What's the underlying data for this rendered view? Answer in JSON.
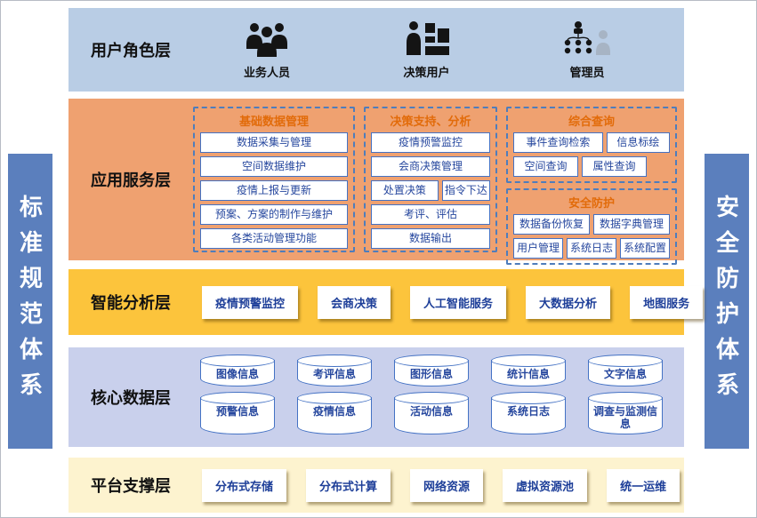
{
  "side_bars": {
    "left": "标准规范体系",
    "right": "安全防护体系"
  },
  "user_role_layer": {
    "title": "用户角色层",
    "roles": [
      "业务人员",
      "决策用户",
      "管理员"
    ]
  },
  "app_service_layer": {
    "title": "应用服务层",
    "group_basic": {
      "title": "基础数据管理",
      "items": [
        "数据采集与管理",
        "空间数据维护",
        "疫情上报与更新",
        "预案、方案的制作与维护",
        "各类活动管理功能"
      ]
    },
    "group_decision": {
      "title": "决策支持、分析",
      "items": [
        "疫情预警监控",
        "会商决策管理",
        "处置决策",
        "指令下达",
        "考评、评估",
        "数据输出"
      ]
    },
    "group_query": {
      "title": "综合查询",
      "items": [
        "事件查询检索",
        "信息标绘",
        "空间查询",
        "属性查询"
      ]
    },
    "group_security": {
      "title": "安全防护",
      "items": [
        "数据备份恢复",
        "数据字典管理",
        "用户管理",
        "系统日志",
        "系统配置"
      ]
    }
  },
  "analysis_layer": {
    "title": "智能分析层",
    "items": [
      "疫情预警监控",
      "会商决策",
      "人工智能服务",
      "大数据分析",
      "地图服务"
    ]
  },
  "data_layer": {
    "title": "核心数据层",
    "row1": [
      "图像信息",
      "考评信息",
      "图形信息",
      "统计信息",
      "文字信息"
    ],
    "row2": [
      "预警信息",
      "疫情信息",
      "活动信息",
      "系统日志",
      "调查与监测信息"
    ]
  },
  "platform_layer": {
    "title": "平台支撑层",
    "items": [
      "分布式存储",
      "分布式计算",
      "网络资源",
      "虚拟资源池",
      "统一运维"
    ]
  },
  "colors": {
    "side_bar_bg": "#5b7fbd",
    "user_role_bg": "#b9cde5",
    "app_service_bg": "#efa170",
    "analysis_bg": "#fcc43c",
    "data_bg": "#c9d0ec",
    "platform_bg": "#fdf3cf",
    "box_border": "#4472c4",
    "box_text": "#26479e",
    "group_title": "#e26b0a",
    "title_color": "#111111"
  }
}
